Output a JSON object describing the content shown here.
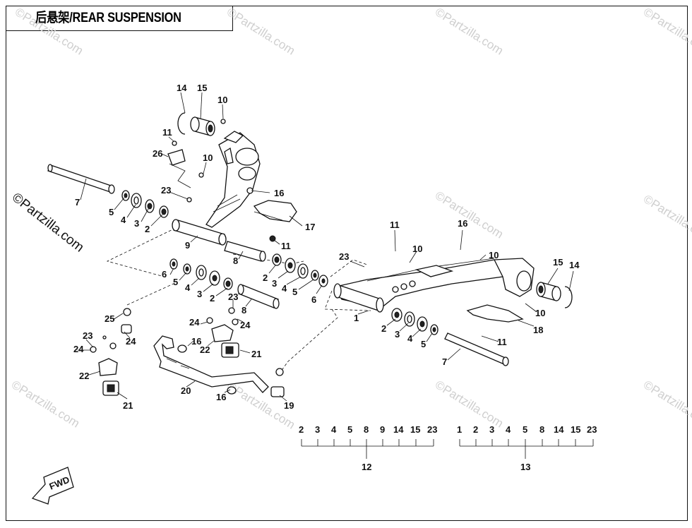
{
  "title": "后悬架/REAR SUSPENSION",
  "watermark": "©Partzilla.com",
  "side_watermark": "©Partzilla.com",
  "fwd_label": "FWD",
  "callouts": {
    "c14a": "14",
    "c15a": "15",
    "c10a": "10",
    "c11a": "11",
    "c26": "26",
    "c10b": "10",
    "c23a": "23",
    "c16a": "16",
    "c7a": "7",
    "c5a": "5",
    "c4a": "4",
    "c3a": "3",
    "c2a": "2",
    "c17": "17",
    "c9": "9",
    "c11b": "11",
    "c8a": "8",
    "c6a": "6",
    "c5b": "5",
    "c4b": "4",
    "c3b": "3",
    "c2b": "2",
    "c2c": "2",
    "c3c": "3",
    "c4c": "4",
    "c5c": "5",
    "c6b": "6",
    "c8b": "8",
    "c23b": "23",
    "c25": "25",
    "c24a": "24",
    "c24b": "24",
    "c23c": "23",
    "c24c": "24",
    "c24d": "24",
    "c16b": "16",
    "c22a": "22",
    "c21a": "21",
    "c22b": "22",
    "c21b": "21",
    "c20": "20",
    "c16c": "16",
    "c19": "19",
    "c11c": "11",
    "c10c": "10",
    "c16d": "16",
    "c23d": "23",
    "c10d": "10",
    "c15b": "15",
    "c14b": "14",
    "c1": "1",
    "c2d": "2",
    "c3d": "3",
    "c4d": "4",
    "c5d": "5",
    "c10e": "10",
    "c18": "18",
    "c11d": "11",
    "c7b": "7"
  },
  "kits": [
    {
      "number": "12",
      "items": [
        "2",
        "3",
        "4",
        "5",
        "8",
        "9",
        "14",
        "15",
        "23"
      ]
    },
    {
      "number": "13",
      "items": [
        "1",
        "2",
        "3",
        "4",
        "5",
        "8",
        "14",
        "15",
        "23"
      ]
    }
  ]
}
